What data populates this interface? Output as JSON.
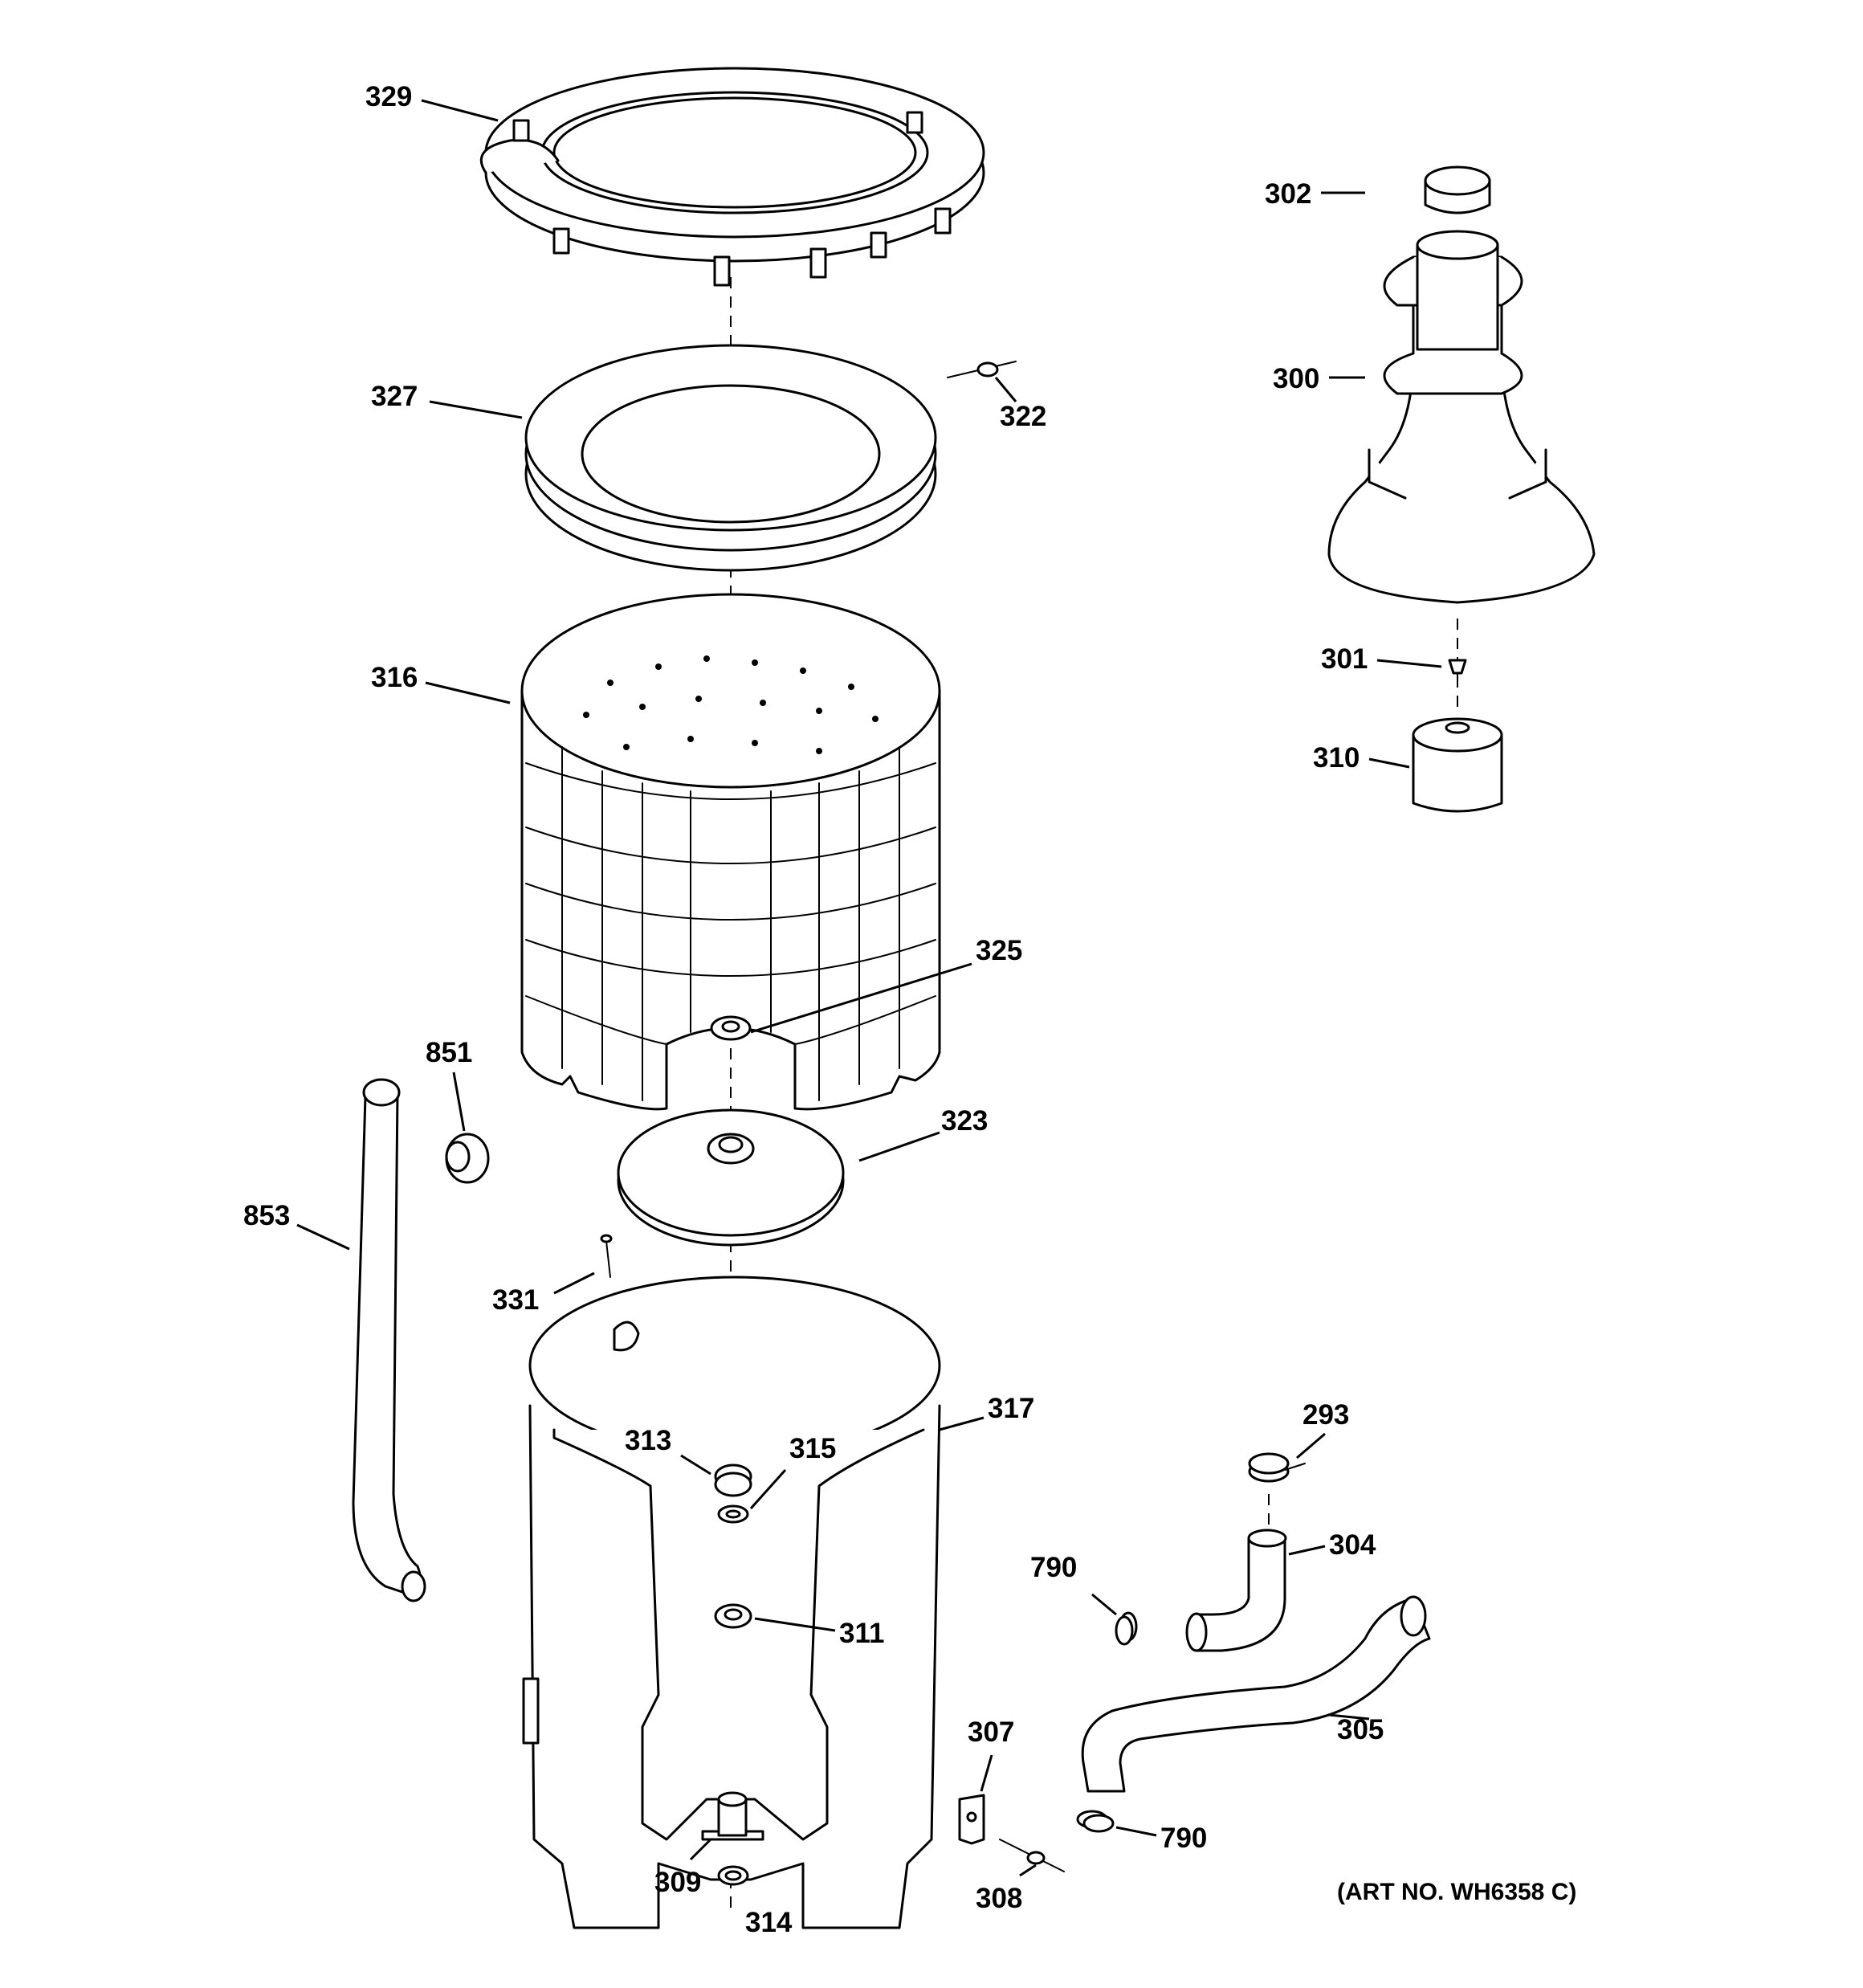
{
  "diagram": {
    "art_number": "(ART NO. WH6358 C)",
    "callouts": [
      {
        "id": "329",
        "text": "329"
      },
      {
        "id": "327",
        "text": "327"
      },
      {
        "id": "322",
        "text": "322"
      },
      {
        "id": "316",
        "text": "316"
      },
      {
        "id": "325",
        "text": "325"
      },
      {
        "id": "851",
        "text": "851"
      },
      {
        "id": "853",
        "text": "853"
      },
      {
        "id": "323",
        "text": "323"
      },
      {
        "id": "331",
        "text": "331"
      },
      {
        "id": "317",
        "text": "317"
      },
      {
        "id": "313",
        "text": "313"
      },
      {
        "id": "315",
        "text": "315"
      },
      {
        "id": "311",
        "text": "311"
      },
      {
        "id": "309",
        "text": "309"
      },
      {
        "id": "314",
        "text": "314"
      },
      {
        "id": "302",
        "text": "302"
      },
      {
        "id": "300",
        "text": "300"
      },
      {
        "id": "301",
        "text": "301"
      },
      {
        "id": "310",
        "text": "310"
      },
      {
        "id": "293",
        "text": "293"
      },
      {
        "id": "304",
        "text": "304"
      },
      {
        "id": "790a",
        "text": "790"
      },
      {
        "id": "305",
        "text": "305"
      },
      {
        "id": "307",
        "text": "307"
      },
      {
        "id": "790b",
        "text": "790"
      },
      {
        "id": "308",
        "text": "308"
      }
    ]
  }
}
